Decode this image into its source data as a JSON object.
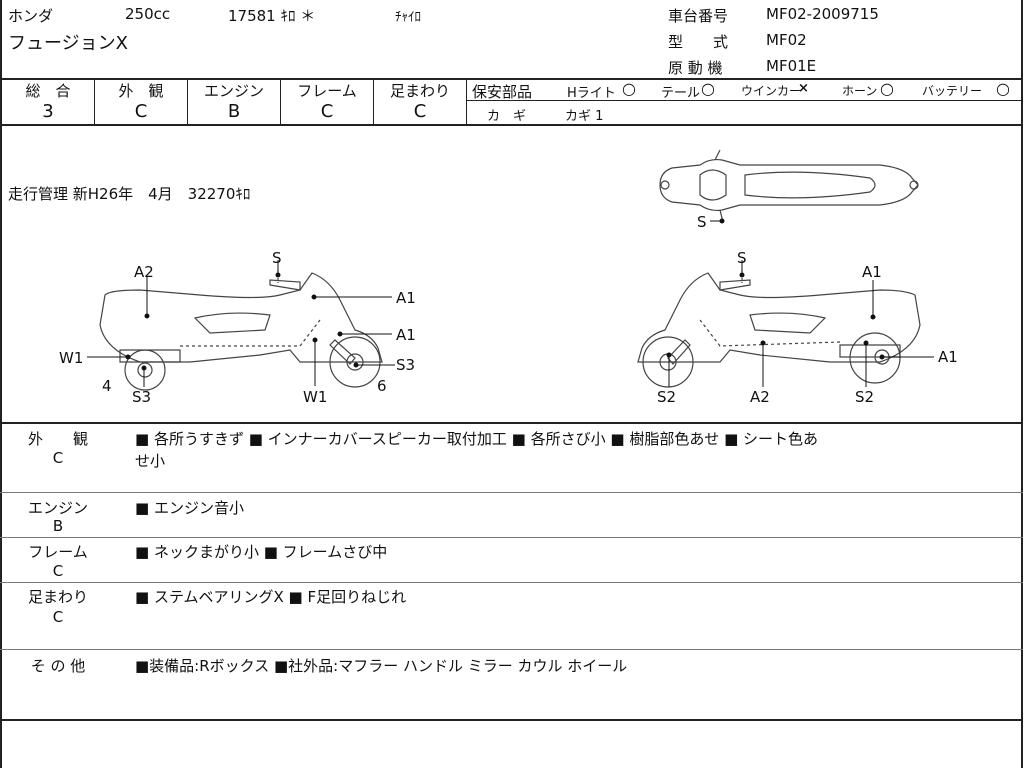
{
  "header": {
    "maker": "ホンダ",
    "displacement": "250cc",
    "mileage": "17581 ｷﾛ ＊",
    "color": "ﾁｬｲﾛ",
    "model_name": "フュージョンX",
    "frame_no_label": "車台番号",
    "frame_no_value": "MF02-2009715",
    "type_label": "型　　式",
    "type_value": "MF02",
    "engine_label": "原 動 機",
    "engine_value": "MF01E"
  },
  "scores": {
    "total_label": "総　合",
    "total_value": "3",
    "exterior_label": "外　観",
    "exterior_value": "C",
    "engine_label": "エンジン",
    "engine_value": "B",
    "frame_label": "フレーム",
    "frame_value": "C",
    "suspension_label": "足まわり",
    "suspension_value": "C"
  },
  "safety": {
    "title": "保安部品",
    "headlight_label": "Hライト",
    "headlight_mark": "○",
    "tail_label": "テール",
    "tail_mark": "○",
    "winker_label": "ウインカー",
    "winker_mark": "×",
    "horn_label": "ホーン",
    "horn_mark": "○",
    "battery_label": "バッテリー",
    "battery_mark": "○",
    "key_label": "カ　ギ",
    "key_value": "カギ 1"
  },
  "mileage_note": "走行管理 新H26年　4月　32270ｷﾛ",
  "diagram_labels": {
    "top_s": "S",
    "left_s": "S",
    "left_a2": "A2",
    "left_a1_top": "A1",
    "left_a1_mid": "A1",
    "left_w1_left": "W1",
    "left_s3_right": "S3",
    "left_num4": "4",
    "left_s3_bottom": "S3",
    "left_w1_bottom": "W1",
    "left_num6": "6",
    "right_s": "S",
    "right_a1_top": "A1",
    "right_a1_right": "A1",
    "right_s2_left": "S2",
    "right_a2": "A2",
    "right_s2_right": "S2"
  },
  "remarks": [
    {
      "category": "外　　観",
      "grade": "C",
      "text": "■ 各所うすきず ■ インナーカバースピーカー取付加工 ■ 各所さび小 ■ 樹脂部色あせ ■ シート色あ",
      "text2": "せ小"
    },
    {
      "category": "エンジン",
      "grade": "B",
      "text": "■ エンジン音小"
    },
    {
      "category": "フレーム",
      "grade": "C",
      "text": "■ ネックまがり小 ■ フレームさび中"
    },
    {
      "category": "足まわり",
      "grade": "C",
      "text": "■ ステムベアリングX ■ F足回りねじれ"
    },
    {
      "category": "そ の 他",
      "grade": "",
      "text": "■装備品:Rボックス ■社外品:マフラー ハンドル ミラー カウル ホイール"
    }
  ]
}
